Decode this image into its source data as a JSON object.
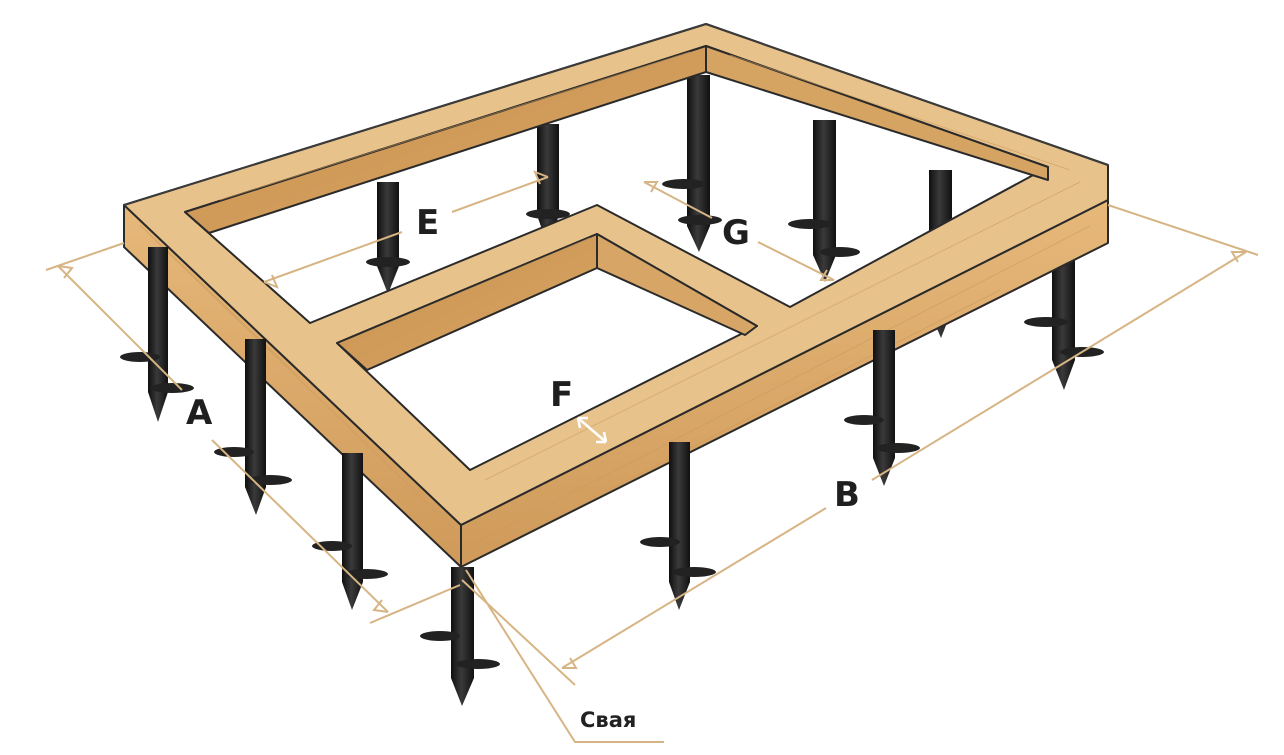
{
  "labels": {
    "a": "A",
    "b": "B",
    "e": "E",
    "f": "F",
    "g": "G",
    "pile": "Свая"
  },
  "colors": {
    "wood_top": "#e9c48f",
    "wood_side": "#d9a967",
    "wood_dark": "#b98241",
    "wood_inner": "#c99152",
    "pile": "#161616",
    "pile_highlight": "#3c3c3c",
    "dimension_line": "#d7b483",
    "outline": "#2a2a2a",
    "text": "#1f1f1f"
  }
}
